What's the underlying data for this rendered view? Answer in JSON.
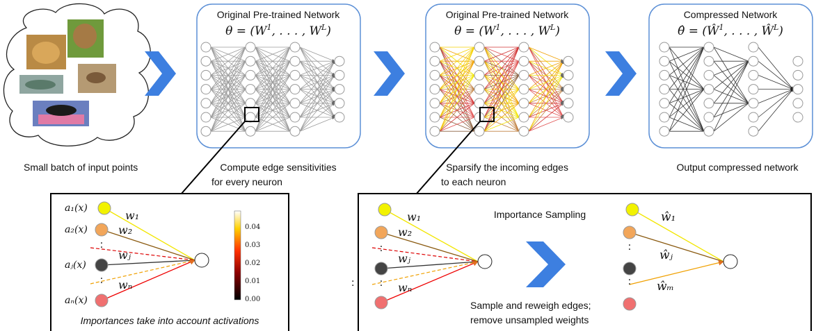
{
  "input_cloud": {
    "caption": "Small batch of input points"
  },
  "panel1": {
    "title": "Original Pre-trained Network",
    "theta_lhs": "θ = (W",
    "theta_sup1": "1",
    "theta_mid": ", . . . , W",
    "theta_supL": "L",
    "theta_end": ")",
    "caption_line1": "Compute edge sensitivities",
    "caption_line2": "for every neuron"
  },
  "panel2": {
    "title": "Original Pre-trained Network",
    "theta_lhs": "θ = (W",
    "theta_sup1": "1",
    "theta_mid": ", . . . , W",
    "theta_supL": "L",
    "theta_end": ")",
    "caption_line1": "Sparsify the incoming edges",
    "caption_line2": "to each neuron"
  },
  "panel3": {
    "title": "Compressed Network",
    "theta_lhs": "θ̂ = (Ŵ",
    "theta_sup1": "1",
    "theta_mid": ", . . . , Ŵ",
    "theta_supL": "L",
    "theta_end": ")",
    "caption": "Output compressed network"
  },
  "sensitivity_box": {
    "activations": [
      "a₁(x)",
      "a₂(x)",
      "aⱼ(x)",
      "aₙ(x)"
    ],
    "weights": [
      "w₁",
      "w₂",
      "wⱼ",
      "wₙ"
    ],
    "dots": "·",
    "colorbar_ticks": [
      "0.04",
      "0.03",
      "0.02",
      "0.01",
      "0.00"
    ],
    "caption": "Importances take into account activations",
    "colors": {
      "yellow": "#f2f200",
      "orange": "#f2a65a",
      "dark": "#444444",
      "red": "#f07070"
    }
  },
  "sampling_box": {
    "weights_before": [
      "w₁",
      "w₂",
      "wⱼ",
      "wₙ"
    ],
    "title": "Importance Sampling",
    "weights_after": [
      "ŵ₁",
      "ŵⱼ",
      "ŵₘ"
    ],
    "caption_line1": "Sample and reweigh edges;",
    "caption_line2": "remove unsampled weights",
    "dots": "·"
  },
  "colors": {
    "panel_border": "#5b8fd6",
    "chevron": "#3d7fe0"
  }
}
